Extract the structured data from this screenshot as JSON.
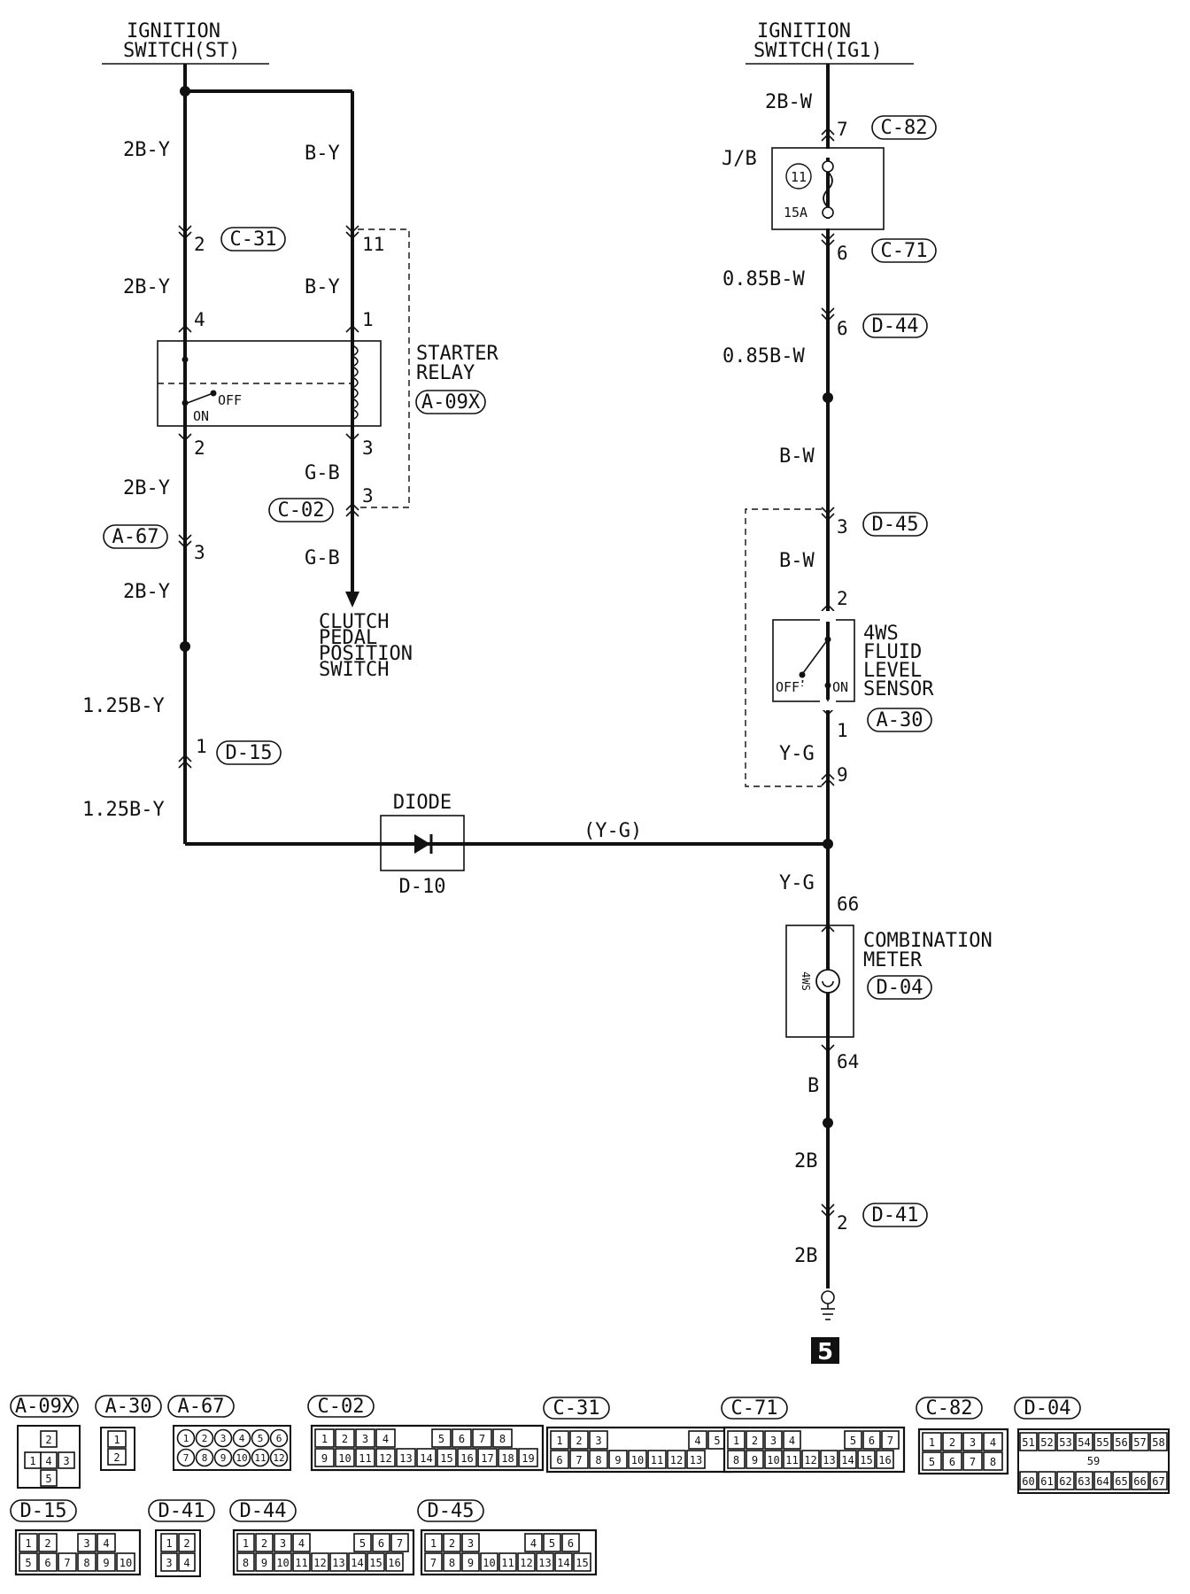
{
  "titles": {
    "ign_st_1": "IGNITION",
    "ign_st_2": "SWITCH(ST)",
    "ign_ig1_1": "IGNITION",
    "ign_ig1_2": "SWITCH(IG1)"
  },
  "wires": {
    "w_2by_a": "2B-Y",
    "w_by_a": "B-Y",
    "w_2by_b": "2B-Y",
    "w_by_b": "B-Y",
    "w_2by_c": "2B-Y",
    "w_gb_a": "G-B",
    "w_gb_b": "G-B",
    "w_2by_d": "2B-Y",
    "w_125by_a": "1.25B-Y",
    "w_125by_b": "1.25B-Y",
    "w_yg_mid": "(Y-G)",
    "w_2bw": "2B-W",
    "w_085bw_a": "0.85B-W",
    "w_085bw_b": "0.85B-W",
    "w_bw_a": "B-W",
    "w_bw_b": "B-W",
    "w_yg_a": "Y-G",
    "w_yg_b": "Y-G",
    "w_b": "B",
    "w_2b_a": "2B",
    "w_2b_b": "2B"
  },
  "pins": {
    "p2_c31": "2",
    "p11": "11",
    "p4": "4",
    "p1_relay": "1",
    "p2_relay": "2",
    "p3_relay": "3",
    "p3_c02": "3",
    "p3_a67": "3",
    "p1_d15": "1",
    "p7": "7",
    "p6_c71": "6",
    "p6_d44": "6",
    "p3_d45": "3",
    "p2_sensor": "2",
    "p1_sensor": "1",
    "p9": "9",
    "p66": "66",
    "p64": "64",
    "p2_d41": "2"
  },
  "tags": {
    "c31": "C-31",
    "a09x": "A-09X",
    "c02": "C-02",
    "a67": "A-67",
    "d15": "D-15",
    "c82": "C-82",
    "c71": "C-71",
    "d44": "D-44",
    "d45": "D-45",
    "a30": "A-30",
    "d04": "D-04",
    "d41": "D-41"
  },
  "components": {
    "starter_relay_1": "STARTER",
    "starter_relay_2": "RELAY",
    "relay_off": "OFF",
    "relay_on": "ON",
    "clutch_1": "CLUTCH",
    "clutch_2": "PEDAL",
    "clutch_3": "POSITION",
    "clutch_4": "SWITCH",
    "diode": "DIODE",
    "diode_id": "D-10",
    "jb": "J/B",
    "fuse_no": "11",
    "fuse_amp": "15A",
    "sensor_1": "4WS",
    "sensor_2": "FLUID",
    "sensor_3": "LEVEL",
    "sensor_4": "SENSOR",
    "sensor_off": "OFF",
    "sensor_on": "ON",
    "meter_1": "COMBINATION",
    "meter_2": "METER",
    "meter_4ws": "4WS",
    "ground_no": "5"
  },
  "connectors": {
    "a09x": {
      "tag": "A-09X",
      "pins": [
        "2",
        "1",
        "4",
        "3",
        "5"
      ]
    },
    "a30": {
      "tag": "A-30",
      "pins": [
        "1",
        "2"
      ]
    },
    "a67": {
      "tag": "A-67",
      "row1": [
        "1",
        "2",
        "3",
        "4",
        "5",
        "6"
      ],
      "row2": [
        "7",
        "8",
        "9",
        "10",
        "11",
        "12"
      ]
    },
    "c02": {
      "tag": "C-02",
      "row1": [
        "1",
        "2",
        "3",
        "4",
        "5",
        "6",
        "7",
        "8"
      ],
      "row2": [
        "9",
        "10",
        "11",
        "12",
        "13",
        "14",
        "15",
        "16",
        "17",
        "18",
        "19"
      ]
    },
    "c31": {
      "tag": "C-31",
      "row1": [
        "1",
        "2",
        "3",
        "4",
        "5"
      ],
      "row2": [
        "6",
        "7",
        "8",
        "9",
        "10",
        "11",
        "12",
        "13"
      ]
    },
    "c71": {
      "tag": "C-71",
      "row1": [
        "1",
        "2",
        "3",
        "4",
        "5",
        "6",
        "7"
      ],
      "row2": [
        "8",
        "9",
        "10",
        "11",
        "12",
        "13",
        "14",
        "15",
        "16"
      ]
    },
    "c82": {
      "tag": "C-82",
      "row1": [
        "1",
        "2",
        "3",
        "4"
      ],
      "row2": [
        "5",
        "6",
        "7",
        "8"
      ]
    },
    "d04": {
      "tag": "D-04",
      "row1": [
        "51",
        "52",
        "53",
        "54",
        "55",
        "56",
        "57",
        "58"
      ],
      "mid": "59",
      "row2": [
        "60",
        "61",
        "62",
        "63",
        "64",
        "65",
        "66",
        "67"
      ]
    },
    "d15": {
      "tag": "D-15",
      "row1": [
        "1",
        "2",
        "3",
        "4"
      ],
      "row2": [
        "5",
        "6",
        "7",
        "8",
        "9",
        "10"
      ]
    },
    "d41": {
      "tag": "D-41",
      "pins": [
        "1",
        "2",
        "3",
        "4"
      ]
    },
    "d44": {
      "tag": "D-44",
      "row1": [
        "1",
        "2",
        "3",
        "4",
        "5",
        "6",
        "7"
      ],
      "row2": [
        "8",
        "9",
        "10",
        "11",
        "12",
        "13",
        "14",
        "15",
        "16"
      ]
    },
    "d45": {
      "tag": "D-45",
      "row1": [
        "1",
        "2",
        "3",
        "4",
        "5",
        "6"
      ],
      "row2": [
        "7",
        "8",
        "9",
        "10",
        "11",
        "12",
        "13",
        "14",
        "15"
      ]
    }
  }
}
